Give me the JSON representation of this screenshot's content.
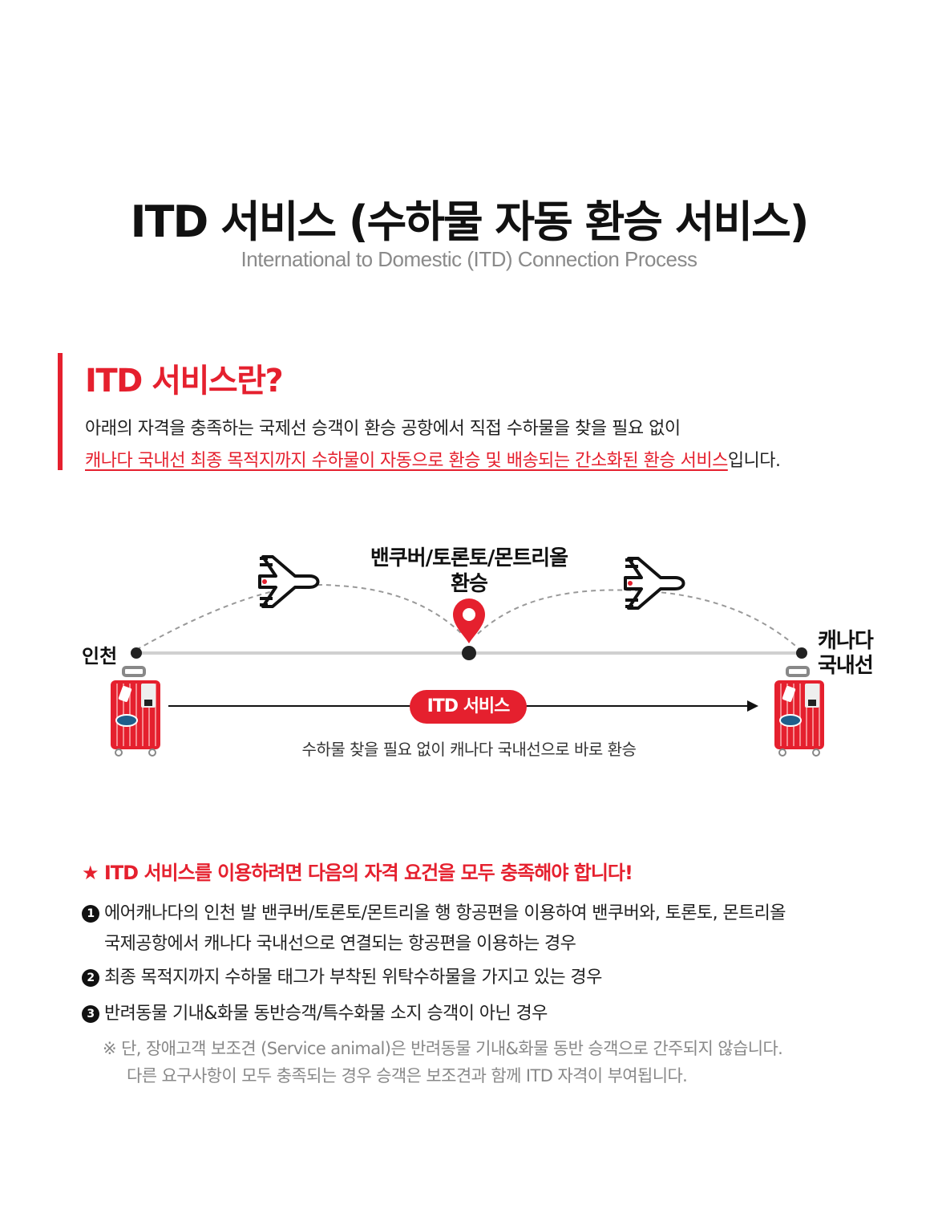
{
  "header": {
    "title": "ITD 서비스 (수하물 자동 환승 서비스)",
    "subtitle": "International to Domestic (ITD) Connection Process"
  },
  "intro": {
    "title": "ITD 서비스란?",
    "line1": "아래의 자격을 충족하는 국제선 승객이 환승 공항에서 직접 수하물을 찾을 필요 없이",
    "line2_highlight": "캐나다 국내선 최종 목적지까지 수하물이 자동으로 환승 및 배송되는 간소화된 환승 서비스",
    "line2_rest": "입니다."
  },
  "diagram": {
    "origin": "인천",
    "transfer_line1": "밴쿠버/토론토/몬트리올",
    "transfer_line2": "환승",
    "destination_line1": "캐나다",
    "destination_line2": "국내선",
    "service_label": "ITD 서비스",
    "caption": "수하물 찾을 필요 없이 캐나다 국내선으로 바로 환승",
    "colors": {
      "accent": "#e5202e",
      "track": "#d0d0d0",
      "dash": "#999999"
    },
    "icons": [
      "airplane-icon",
      "location-pin-icon",
      "suitcase-icon"
    ]
  },
  "requirements": {
    "heading": "★ ITD 서비스를 이용하려면 다음의 자격 요건을 모두 충족해야 합니다!",
    "items": [
      {
        "num": "1",
        "line1": "에어캐나다의 인천 발 밴쿠버/토론토/몬트리올 행 항공편을 이용하여 밴쿠버와, 토론토, 몬트리올",
        "line2": "국제공항에서 캐나다 국내선으로 연결되는 항공편을 이용하는 경우"
      },
      {
        "num": "2",
        "line1": "최종 목적지까지 수하물 태그가 부착된 위탁수하물을 가지고 있는 경우"
      },
      {
        "num": "3",
        "line1": "반려동물 기내&화물 동반승객/특수화물 소지 승객이 아닌 경우"
      }
    ],
    "note_line1": "※ 단, 장애고객 보조견 (Service animal)은 반려동물 기내&화물 동반 승객으로 간주되지 않습니다.",
    "note_line2": "다른 요구사항이 모두 충족되는 경우 승객은 보조견과 함께 ITD 자격이 부여됩니다."
  }
}
